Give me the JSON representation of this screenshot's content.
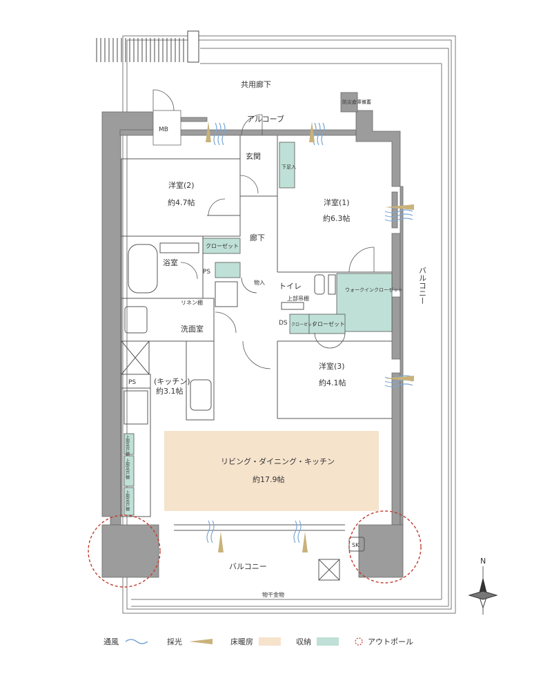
{
  "labels": {
    "common_corridor": "共用廊下",
    "alcove": "アルコーブ",
    "mb": "MB",
    "fire_equipment": "防災倉庫備蓄",
    "entrance": "玄関",
    "shoe_storage": "下足入",
    "western2_name": "洋室(2)",
    "western2_area": "約4.7帖",
    "western1_name": "洋室(1)",
    "western1_area": "約6.3帖",
    "closet": "クローゼット",
    "corridor": "廊下",
    "bath": "浴室",
    "ps": "PS",
    "storage": "物入",
    "linen": "リネン棚",
    "toilet": "トイレ",
    "upper_shelf": "上部吊棚",
    "walkin_closet": "ウォークインクローゼット",
    "washroom": "洗面室",
    "ds": "DS",
    "closet_small": "クローゼット",
    "closet2": "クローゼット",
    "western3_name": "洋室(3)",
    "western3_area": "約4.1帖",
    "kitchen_name": "(キッチン)",
    "kitchen_area": "約3.1帖",
    "upper_cabinet1": "上部吊戸棚",
    "upper_cabinet2": "上部吊戸棚",
    "upper_cabinet3": "上部吊戸棚",
    "ldk_name": "リビング・ダイニング・キッチン",
    "ldk_area": "約17.9帖",
    "balcony_bottom": "バルコニー",
    "balcony_right": "バルコニー",
    "laundry_hardware": "物干金物",
    "sk": "SK",
    "compass_n": "N"
  },
  "legend": [
    {
      "label": "通風",
      "icon": "wind-wave-icon"
    },
    {
      "label": "採光",
      "icon": "light-ray-icon"
    },
    {
      "label": "床暖房",
      "icon": "floor-heating-swatch"
    },
    {
      "label": "収納",
      "icon": "storage-swatch"
    },
    {
      "label": "アウトポール",
      "icon": "outpole-circle-icon"
    }
  ],
  "colors": {
    "wall": "#9c9c9c",
    "storage": "#bfe0d6",
    "floor_heating": "#f6e3cc",
    "wind": "#7aa7d6",
    "light": "#c9b27a",
    "outpole": "#c0392b"
  }
}
